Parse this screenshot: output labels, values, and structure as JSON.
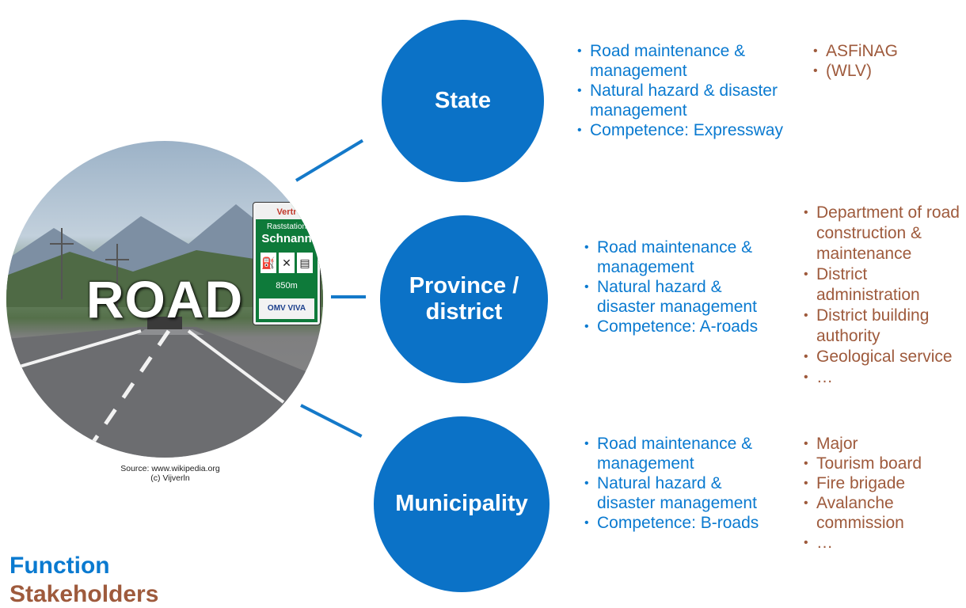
{
  "photo": {
    "title": "ROAD",
    "sign": {
      "top": "Vertr",
      "line1": "Raststation",
      "line2": "Schnann",
      "icons": [
        "fuel-icon",
        "restaurant-icon",
        "lodging-icon"
      ],
      "distance": "850m",
      "brands": "OMV VIVA"
    },
    "source_line1": "Source: www.wikipedia.org",
    "source_line2": "(c) Vijverln"
  },
  "levels": [
    {
      "name": "State",
      "functions": [
        "Road maintenance & management",
        "Natural hazard & disaster management",
        "Competence: Expressway"
      ],
      "stakeholders": [
        "ASFiNAG",
        "(WLV)"
      ]
    },
    {
      "name": "Province /\ndistrict",
      "functions": [
        "Road maintenance & management",
        "Natural hazard & disaster management",
        "Competence: A-roads"
      ],
      "stakeholders": [
        "Department of road construction & maintenance",
        "District administration",
        "District building authority",
        "Geological service",
        "…"
      ]
    },
    {
      "name": "Municipality",
      "functions": [
        "Road maintenance & management",
        "Natural hazard & disaster management",
        "Competence: B-roads"
      ],
      "stakeholders": [
        "Major",
        "Tourism board",
        "Fire brigade",
        "Avalanche commission",
        "…"
      ]
    }
  ],
  "legend": {
    "function_label": "Function",
    "stakeholders_label": "Stakeholders"
  },
  "colors": {
    "circle": "#0b72c7",
    "function_text": "#0a7ad0",
    "stakeholder_text": "#9e5a3c"
  }
}
